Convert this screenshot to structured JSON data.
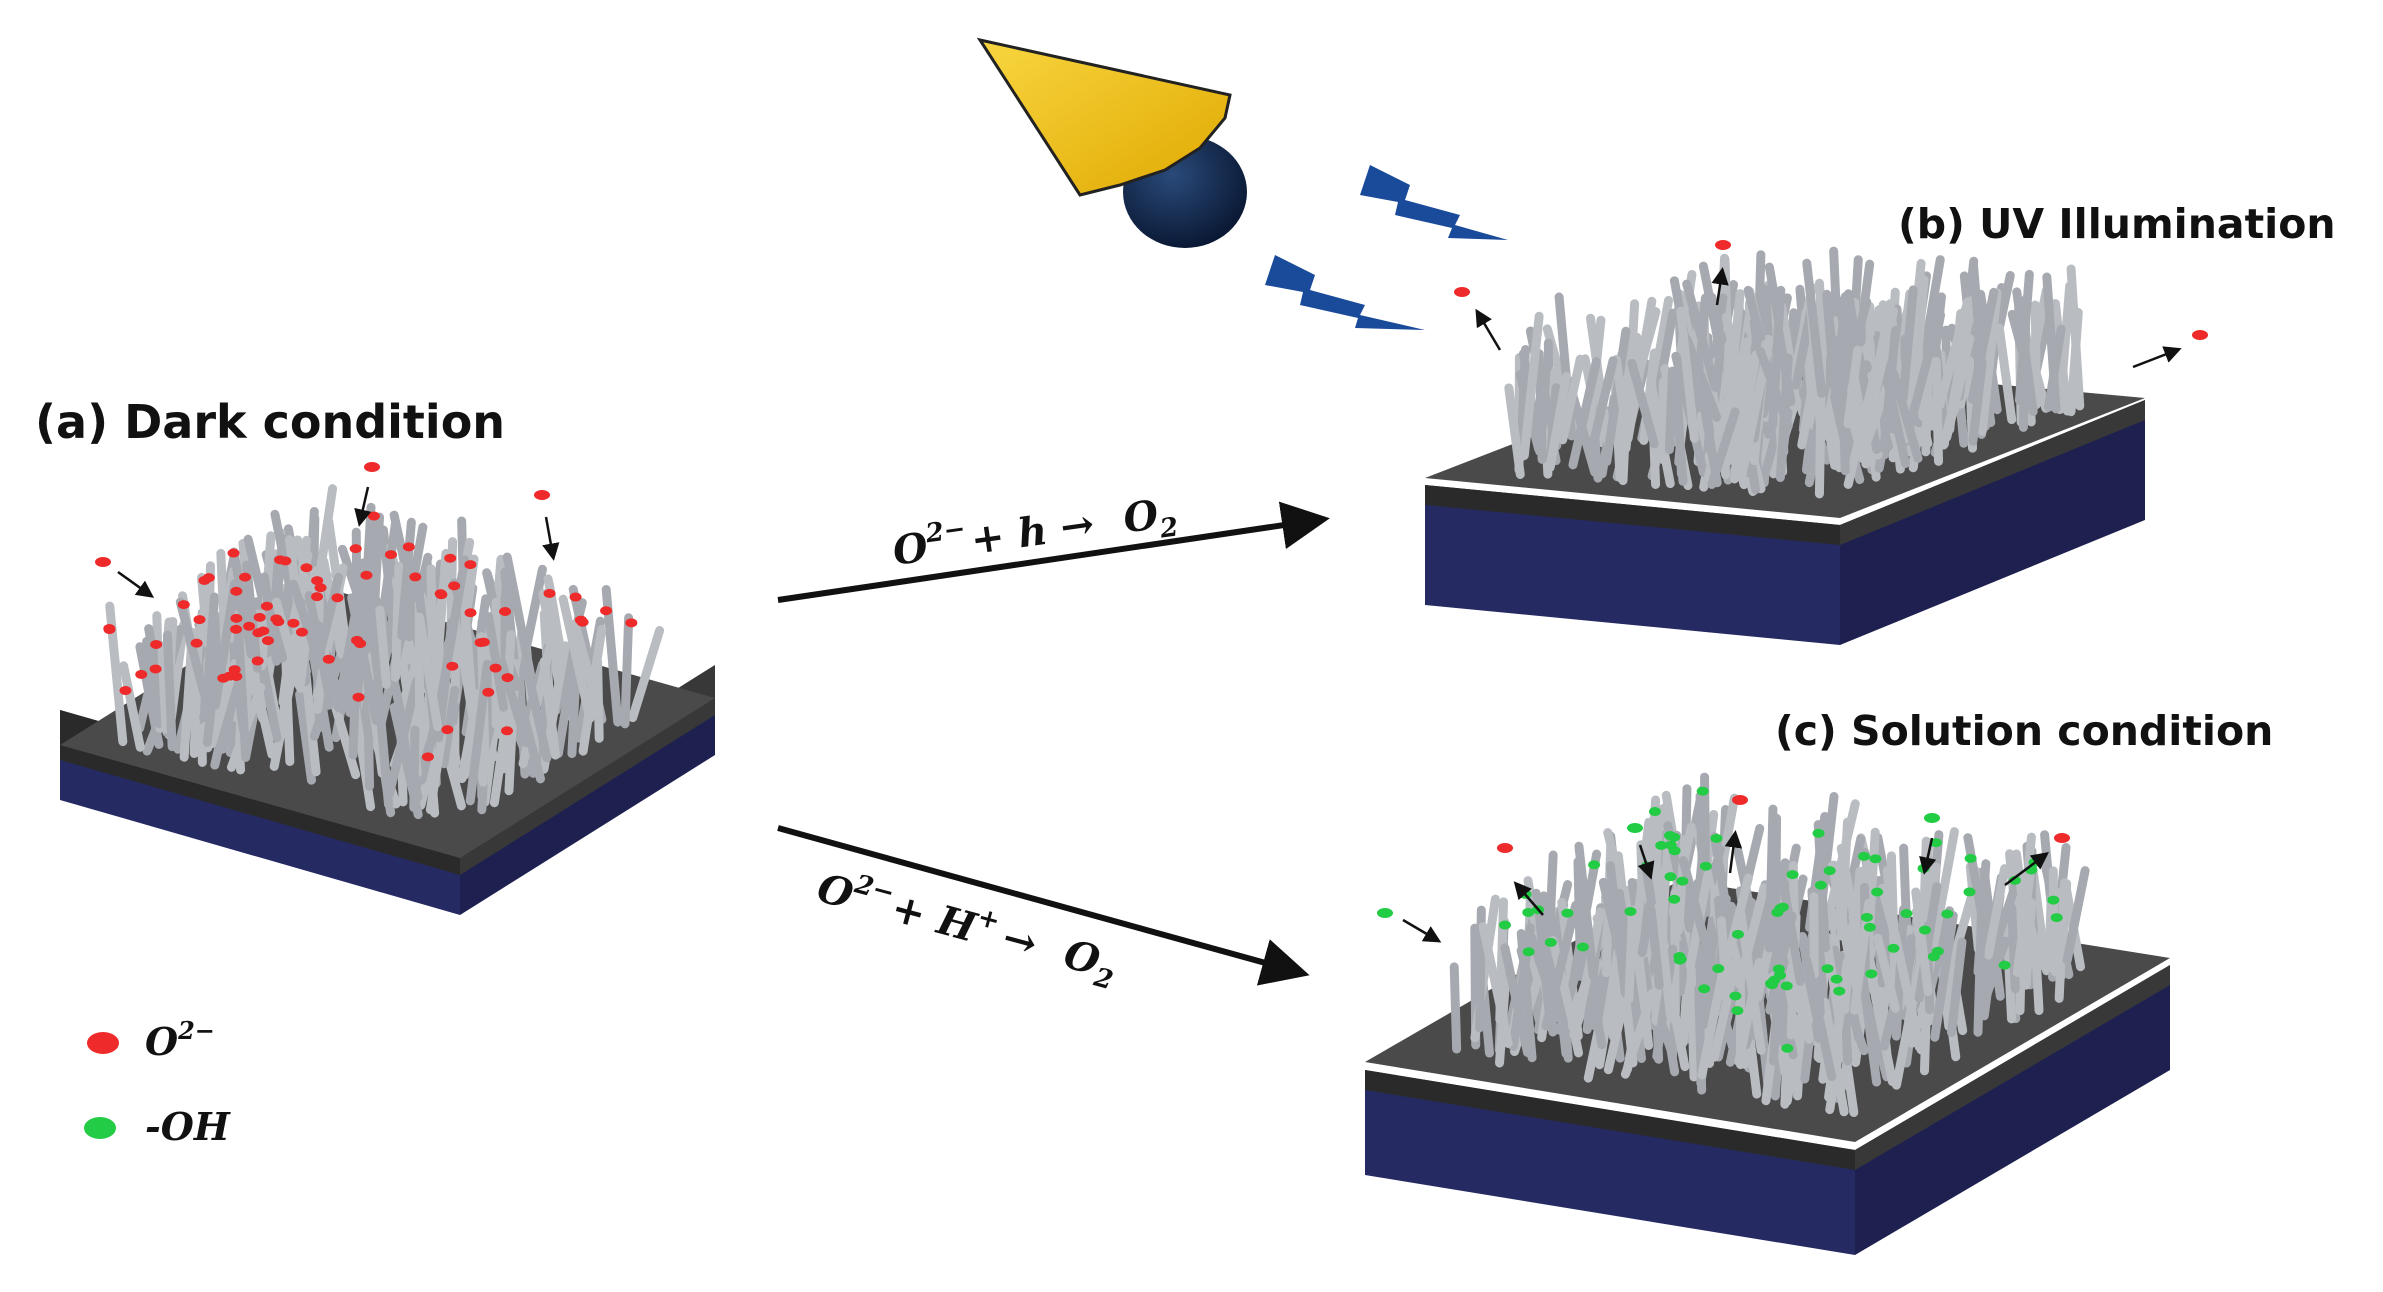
{
  "panels": {
    "a": {
      "title": "(a) Dark condition"
    },
    "b": {
      "title": "(b) UV Illumination"
    },
    "c": {
      "title": "(c) Solution condition"
    }
  },
  "reactions": {
    "uv": {
      "base": "O",
      "sup": "2−",
      "rest": "+ h →",
      "product": "O",
      "sub": "2"
    },
    "solution": {
      "base": "O",
      "sup": "2−",
      "plus": "+ H",
      "hsup": "+",
      "arrow": "→",
      "product": "O",
      "sub": "2"
    }
  },
  "legend": {
    "items": [
      {
        "label": "O",
        "sup": "2−",
        "color": "#ee2a2a"
      },
      {
        "label": "-OH",
        "sup": "",
        "color": "#22cc44"
      }
    ]
  },
  "colors": {
    "substrate_front": "#262a62",
    "substrate_side": "#1e2050",
    "layer_top": "#4a4a4a",
    "layer_front": "#2a2a2a",
    "nanorod": "#b9bdc2",
    "nanorod_cap": "#dfe2e5",
    "oxygen": "#ee2a2a",
    "hydroxyl": "#22cc44",
    "lamp_cone": "#f4c41a",
    "lamp_dome": "#0c2348",
    "lightning": "#1a4a9a"
  }
}
